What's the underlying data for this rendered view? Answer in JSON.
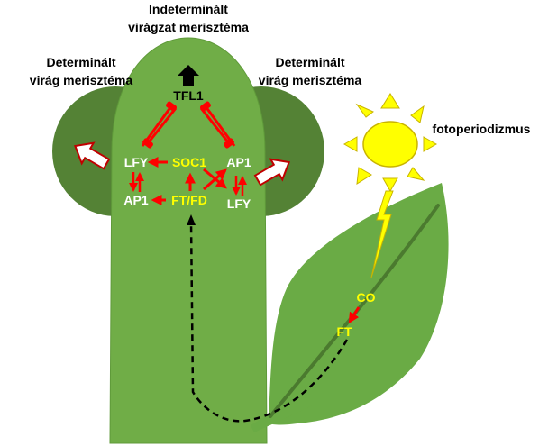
{
  "labels": {
    "top_title_line1": "Indeterminált",
    "top_title_line2": "virágzat merisztéma",
    "left_title_line1": "Determinált",
    "left_title_line2": "virág merisztéma",
    "right_title_line1": "Determinált",
    "right_title_line2": "virág merisztéma",
    "photoperiod": "fotoperiodizmus"
  },
  "genes": {
    "tfl1": "TFL1",
    "lfy_left": "LFY",
    "soc1": "SOC1",
    "ap1_right": "AP1",
    "ap1_left": "AP1",
    "ft_fd": "FT/FD",
    "lfy_right": "LFY",
    "co": "CO",
    "ft": "FT"
  },
  "colors": {
    "stem": "#70ad47",
    "stem_stroke": "#5f9a3a",
    "lobe": "#548235",
    "leaf": "#6aab45",
    "vein": "#4b7a2f",
    "sun": "#ffff00",
    "sun_stroke": "#c9b400",
    "arrow_red": "#ff0000",
    "gene_white": "#ffffff",
    "gene_yellow": "#ffff00"
  }
}
